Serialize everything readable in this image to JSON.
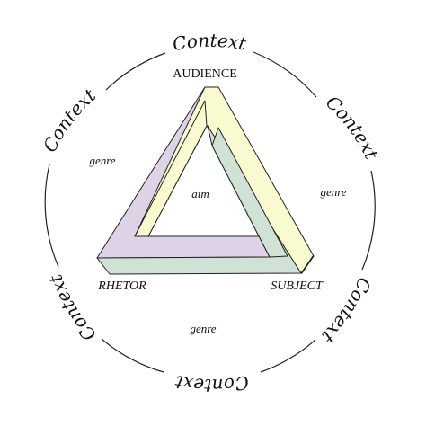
{
  "context_words": [
    "Context",
    "Context",
    "Context",
    "Context",
    "Context",
    "Context"
  ],
  "vertices": {
    "top": "AUDIENCE",
    "left": "RHETOR",
    "right": "SUBJECT"
  },
  "center": "aim",
  "genre_labels": [
    "genre",
    "genre",
    "genre"
  ],
  "colors": {
    "lavender": "#ddd2e6",
    "cream": "#fafad0",
    "sage": "#cfe2d5",
    "stroke": "#222222"
  }
}
